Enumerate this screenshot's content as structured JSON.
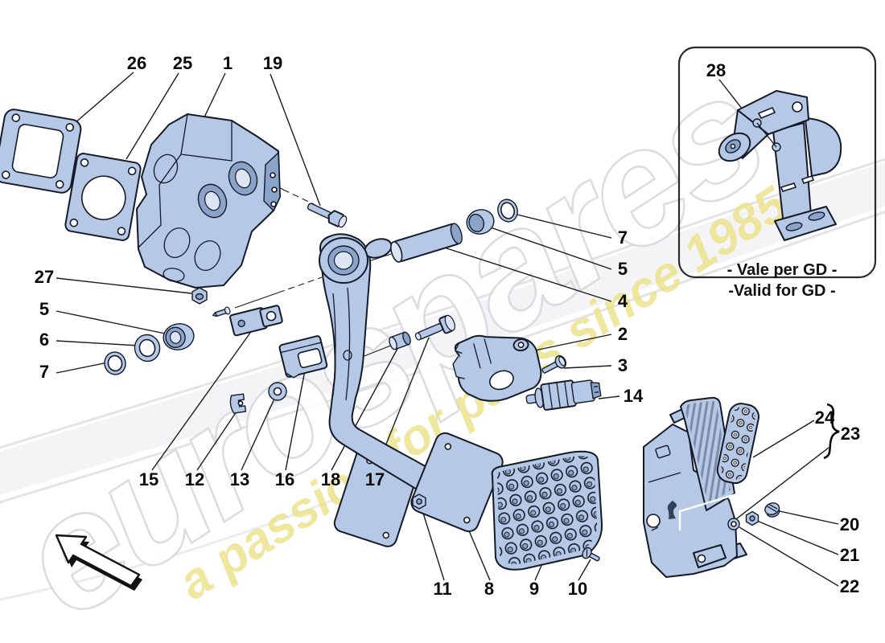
{
  "watermark": {
    "brand": "eurospares",
    "tagline": "a passion for parts since 1985"
  },
  "inset": {
    "caption_it": "- Vale per GD -",
    "caption_en": "-Valid for GD -"
  },
  "callouts": {
    "c26": "26",
    "c25": "25",
    "c1": "1",
    "c19": "19",
    "c28": "28",
    "c27": "27",
    "c5_left": "5",
    "c6": "6",
    "c7_left": "7",
    "c15": "15",
    "c12": "12",
    "c13": "13",
    "c16": "16",
    "c18": "18",
    "c17": "17",
    "c7_right": "7",
    "c5_right": "5",
    "c4": "4",
    "c2": "2",
    "c3": "3",
    "c14": "14",
    "c11": "11",
    "c8": "8",
    "c9": "9",
    "c10": "10",
    "c24": "24",
    "c23": "23",
    "c20": "20",
    "c21": "21",
    "c22": "22"
  },
  "colors": {
    "part-fill": "#b5c8e6",
    "part-shade": "#8aa3c9",
    "part-light": "#dbe5f4",
    "outline": "#141a28",
    "leader": "#1c1c1c",
    "watermark-gray": "#d9d9de",
    "watermark-yellow": "#ece286",
    "label-text": "#0b0b0b",
    "caption-text": "#111111",
    "inset-border": "#2a2a2a"
  }
}
